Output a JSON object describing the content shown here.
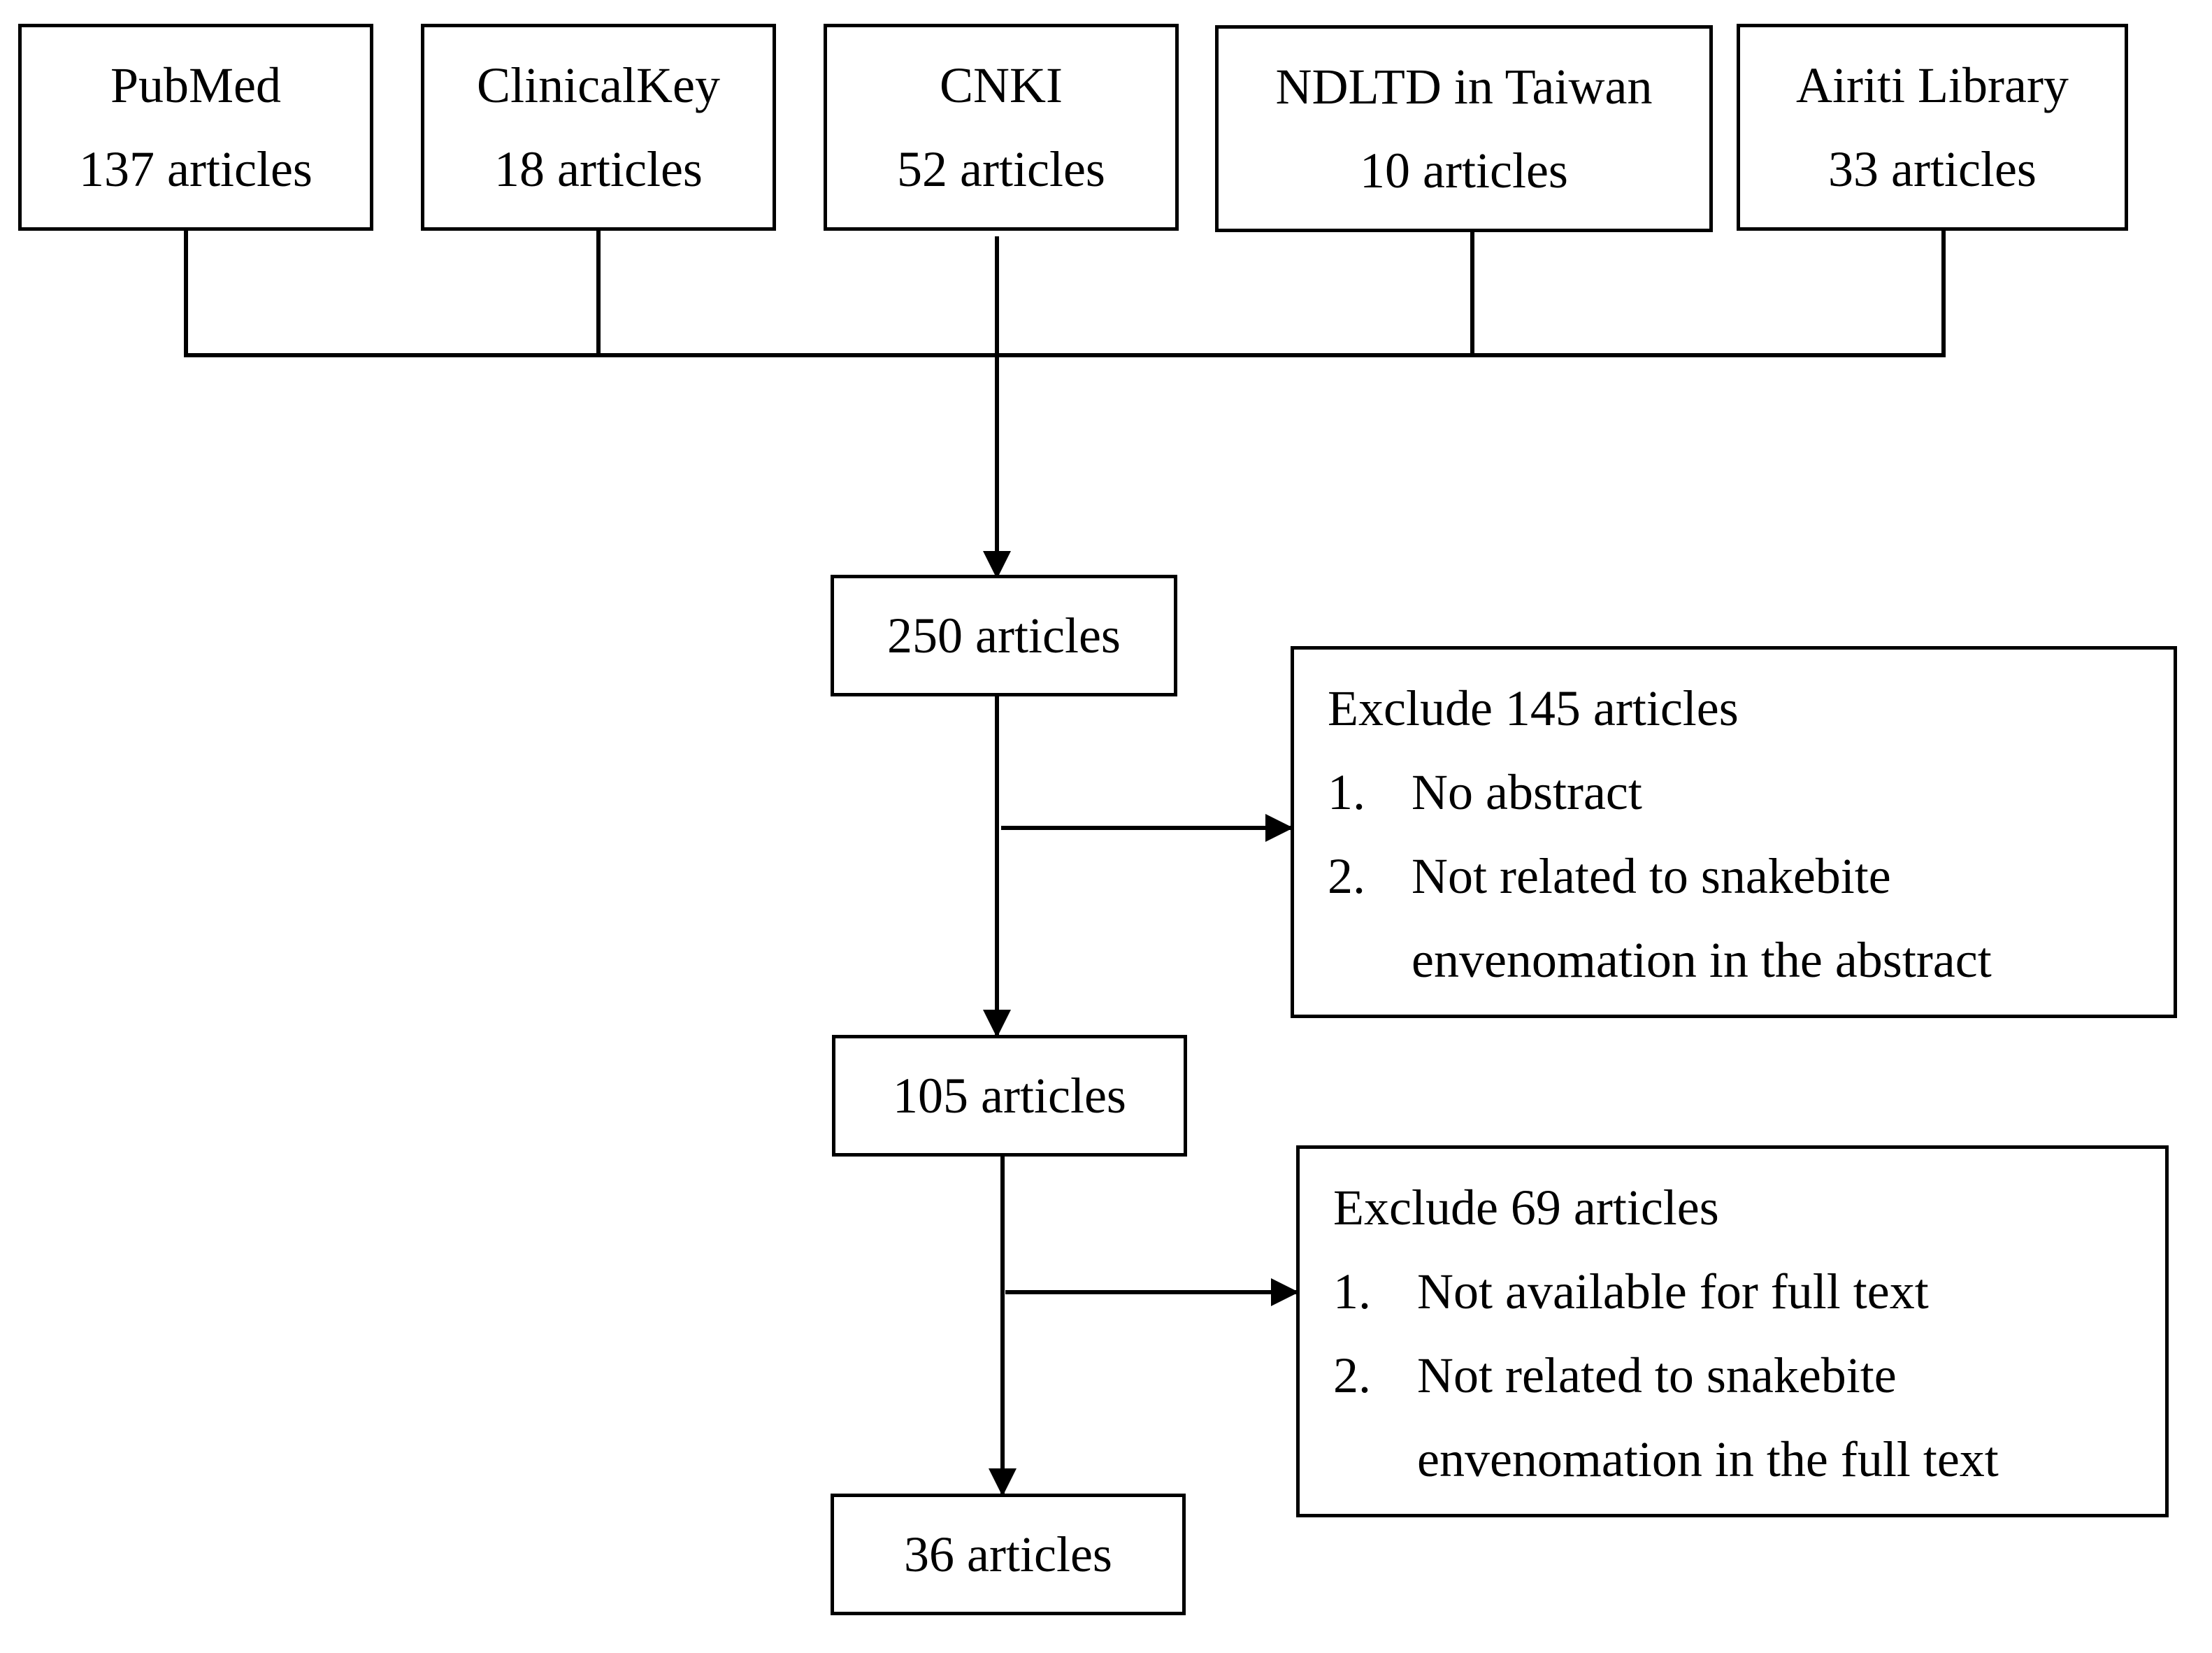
{
  "sources": [
    {
      "name": "PubMed",
      "count": "137 articles"
    },
    {
      "name": "ClinicalKey",
      "count": "18 articles"
    },
    {
      "name": "CNKI",
      "count": "52 articles"
    },
    {
      "name": "NDLTD in Taiwan",
      "count": "10 articles"
    },
    {
      "name": "Airiti Library",
      "count": "33 articles"
    }
  ],
  "stages": {
    "identified": "250 articles",
    "screened": "105 articles",
    "included": "36 articles"
  },
  "exclusions": [
    {
      "title": "Exclude 145 articles",
      "items": [
        {
          "num": "1.",
          "text": "No abstract"
        },
        {
          "num": "2.",
          "text": "Not related to snakebite"
        }
      ],
      "continuation": "envenomation in the abstract"
    },
    {
      "title": "Exclude 69 articles",
      "items": [
        {
          "num": "1.",
          "text": "Not available for full text"
        },
        {
          "num": "2.",
          "text": "Not related to snakebite"
        }
      ],
      "continuation": "envenomation in the full text"
    }
  ]
}
